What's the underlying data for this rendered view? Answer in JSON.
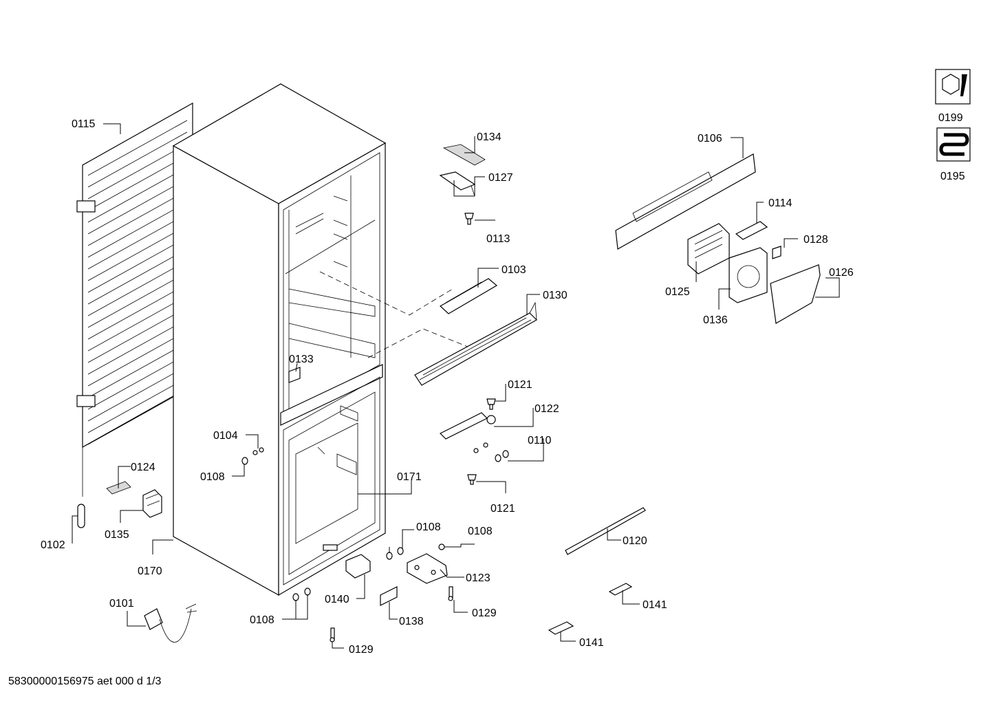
{
  "labels": {
    "p0115": "0115",
    "p0102": "0102",
    "p0124": "0124",
    "p0135": "0135",
    "p0170": "0170",
    "p0101": "0101",
    "p0104": "0104",
    "p0108a": "0108",
    "p0108b": "0108",
    "p0108c": "0108",
    "p0108d": "0108",
    "p0133": "0133",
    "p0171": "0171",
    "p0140": "0140",
    "p0138": "0138",
    "p0129a": "0129",
    "p0129b": "0129",
    "p0123": "0123",
    "p0121a": "0121",
    "p0121b": "0121",
    "p0122": "0122",
    "p0110": "0110",
    "p0134": "0134",
    "p0127": "0127",
    "p0113": "0113",
    "p0103": "0103",
    "p0130": "0130",
    "p0106": "0106",
    "p0114": "0114",
    "p0128": "0128",
    "p0125": "0125",
    "p0126": "0126",
    "p0136": "0136",
    "p0120": "0120",
    "p0141a": "0141",
    "p0141b": "0141",
    "p0199": "0199",
    "p0195": "0195"
  },
  "icons": [
    "nut-wrench-icon",
    "refrigerant-coil-icon"
  ],
  "footer": "58300000156975 aet 000 d 1/3"
}
